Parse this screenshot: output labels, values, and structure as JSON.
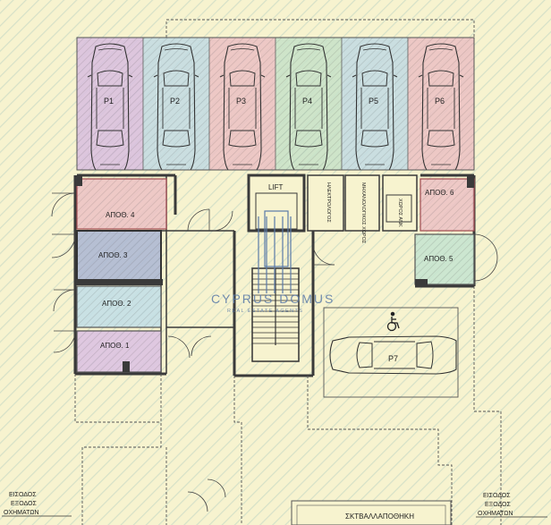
{
  "colors": {
    "background": "#f7f3cf",
    "hatch": "#cfe0cf",
    "wall": "#3a3a3a",
    "parking_purple": "#d9bfe0",
    "parking_blue": "#c3dbe3",
    "parking_red": "#ecc1c4",
    "parking_green": "#c7e2c9",
    "storage_red": "#ecc1c4",
    "storage_blue": "#aeb9d3",
    "storage_cyan": "#c3dfe6",
    "storage_purple": "#dcc3e1",
    "storage_green": "#c7e4cf",
    "watermark": "#5a7aa8"
  },
  "parking_spaces": [
    {
      "label": "P1",
      "fill": "parking_purple"
    },
    {
      "label": "P2",
      "fill": "parking_blue"
    },
    {
      "label": "P3",
      "fill": "parking_red"
    },
    {
      "label": "P4",
      "fill": "parking_green"
    },
    {
      "label": "P5",
      "fill": "parking_blue"
    },
    {
      "label": "P6",
      "fill": "parking_red"
    }
  ],
  "parking_p7": {
    "label": "P7",
    "icon": "wheelchair-icon"
  },
  "storage_units": [
    {
      "label": "ΑΠΟΘ. 4",
      "fill": "storage_red"
    },
    {
      "label": "ΑΠΟΘ. 3",
      "fill": "storage_blue"
    },
    {
      "label": "ΑΠΟΘ. 2",
      "fill": "storage_cyan"
    },
    {
      "label": "ΑΠΟΘ. 1",
      "fill": "storage_purple"
    },
    {
      "label": "ΑΠΟΘ. 6",
      "fill": "storage_red"
    },
    {
      "label": "ΑΠΟΘ. 5",
      "fill": "storage_green"
    }
  ],
  "rooms": {
    "lift": "LIFT",
    "electrical": "ΗΛΕΚΤΡΟΛΟΓΟΣ",
    "mechanical": "ΜΗΧΑΝΟΛΟΓΙΚΟΣ ΧΩΡΟΣ",
    "fire_room": "ΧΩΡΟΣ ΑΝΚ",
    "bin_store": "ΣΚΤΒΑΛΛΑΠΟΘΗΚΗ"
  },
  "entrances": {
    "left": [
      "ΕΙΣΟΔΟΣ",
      "ΕΞΟΔΟΣ",
      "ΟΧΗΜΑΤΩΝ"
    ],
    "right": [
      "ΕΙΣΟΔΟΣ",
      "ΕΞΟΔΟΣ",
      "ΟΧΗΜΑΤΩΝ"
    ]
  },
  "watermark": {
    "title": "CYPRUS DOMUS",
    "subtitle": "REAL ESTATE AGENTS"
  }
}
